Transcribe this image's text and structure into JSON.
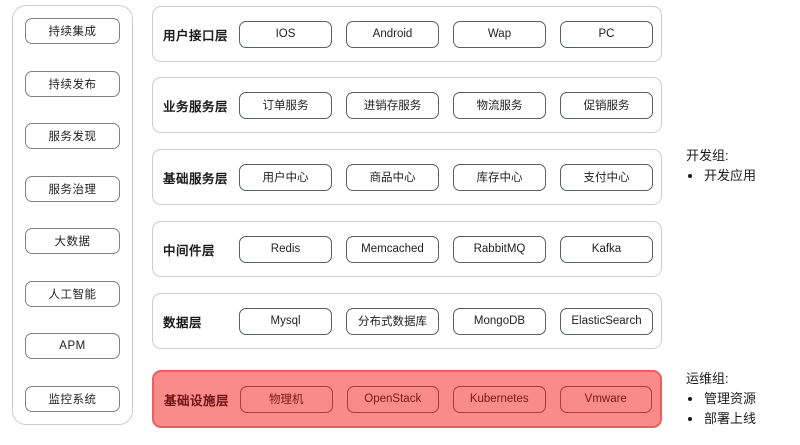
{
  "sidebar": {
    "items": [
      {
        "label": "持续集成"
      },
      {
        "label": "持续发布"
      },
      {
        "label": "服务发现"
      },
      {
        "label": "服务治理"
      },
      {
        "label": "大数据"
      },
      {
        "label": "人工智能"
      },
      {
        "label": "APM"
      },
      {
        "label": "监控系统"
      }
    ]
  },
  "layers": [
    {
      "label": "用户接口层",
      "highlight": false,
      "nodes": [
        "IOS",
        "Android",
        "Wap",
        "PC"
      ]
    },
    {
      "label": "业务服务层",
      "highlight": false,
      "nodes": [
        "订单服务",
        "进销存服务",
        "物流服务",
        "促销服务"
      ]
    },
    {
      "label": "基础服务层",
      "highlight": false,
      "nodes": [
        "用户中心",
        "商品中心",
        "库存中心",
        "支付中心"
      ]
    },
    {
      "label": "中间件层",
      "highlight": false,
      "nodes": [
        "Redis",
        "Memcached",
        "RabbitMQ",
        "Kafka"
      ]
    },
    {
      "label": "数据层",
      "highlight": false,
      "nodes": [
        "Mysql",
        "分布式数据库",
        "MongoDB",
        "ElasticSearch"
      ]
    },
    {
      "label": "基础设施层",
      "highlight": true,
      "nodes": [
        "物理机",
        "OpenStack",
        "Kubernetes",
        "Vmware"
      ]
    }
  ],
  "annotations": [
    {
      "id": "dev",
      "title": "开发组:",
      "bullets": [
        "开发应用"
      ]
    },
    {
      "id": "ops",
      "title": "运维组:",
      "bullets": [
        "管理资源",
        "部署上线"
      ]
    }
  ],
  "colors": {
    "highlight_fill": "#f98b88",
    "highlight_border": "#e8605e",
    "box_border": "#5a5e66",
    "panel_border": "#c9ccd1"
  }
}
